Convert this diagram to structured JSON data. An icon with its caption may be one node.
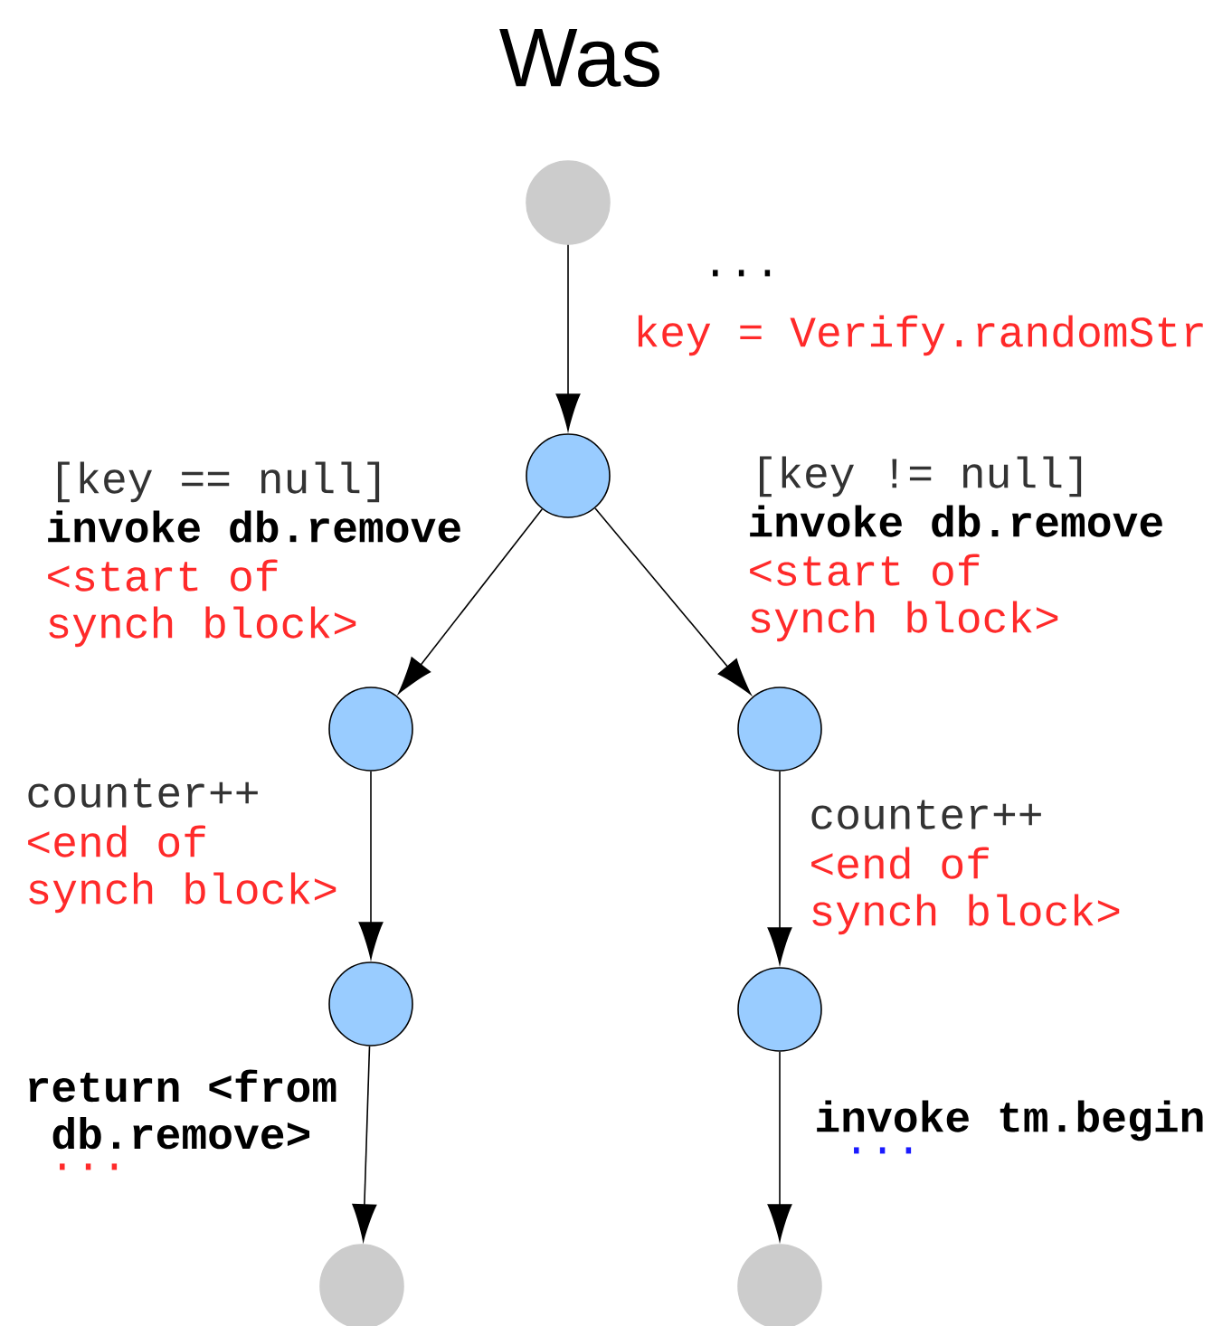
{
  "diagram": {
    "title": "Was",
    "nodes": [
      {
        "text": [],
        "shape": "circle"
      },
      {
        "text": [],
        "shape": "circle"
      },
      {
        "text": [],
        "shape": "circle"
      },
      {
        "text": [],
        "shape": "circle"
      },
      {
        "text": [],
        "shape": "circle"
      },
      {
        "text": [],
        "shape": "circle"
      },
      {
        "text": [],
        "shape": "circle"
      },
      {
        "text": [],
        "shape": "circle"
      }
    ],
    "edges": [
      {
        "from": 0,
        "to": 1,
        "arrow": "to"
      },
      {
        "from": 1,
        "to": 2,
        "arrow": "to"
      },
      {
        "from": 1,
        "to": 3,
        "arrow": "to"
      },
      {
        "from": 2,
        "to": 4,
        "arrow": "to"
      },
      {
        "from": 3,
        "to": 5,
        "arrow": "to"
      },
      {
        "from": 4,
        "to": 6,
        "arrow": "to"
      },
      {
        "from": 5,
        "to": 7,
        "arrow": "to"
      }
    ],
    "labels": [
      "...",
      "key = Verify.randomStr",
      "[key == null]",
      "invoke db.remove",
      "<start of synch block>",
      "[key != null]",
      "invoke db.remove",
      "<start of synch block>",
      "counter++",
      "<end of synch block>",
      "counter++",
      "<end of synch block>",
      "return <from db.remove>",
      "...",
      "invoke tm.begin",
      "..."
    ]
  }
}
